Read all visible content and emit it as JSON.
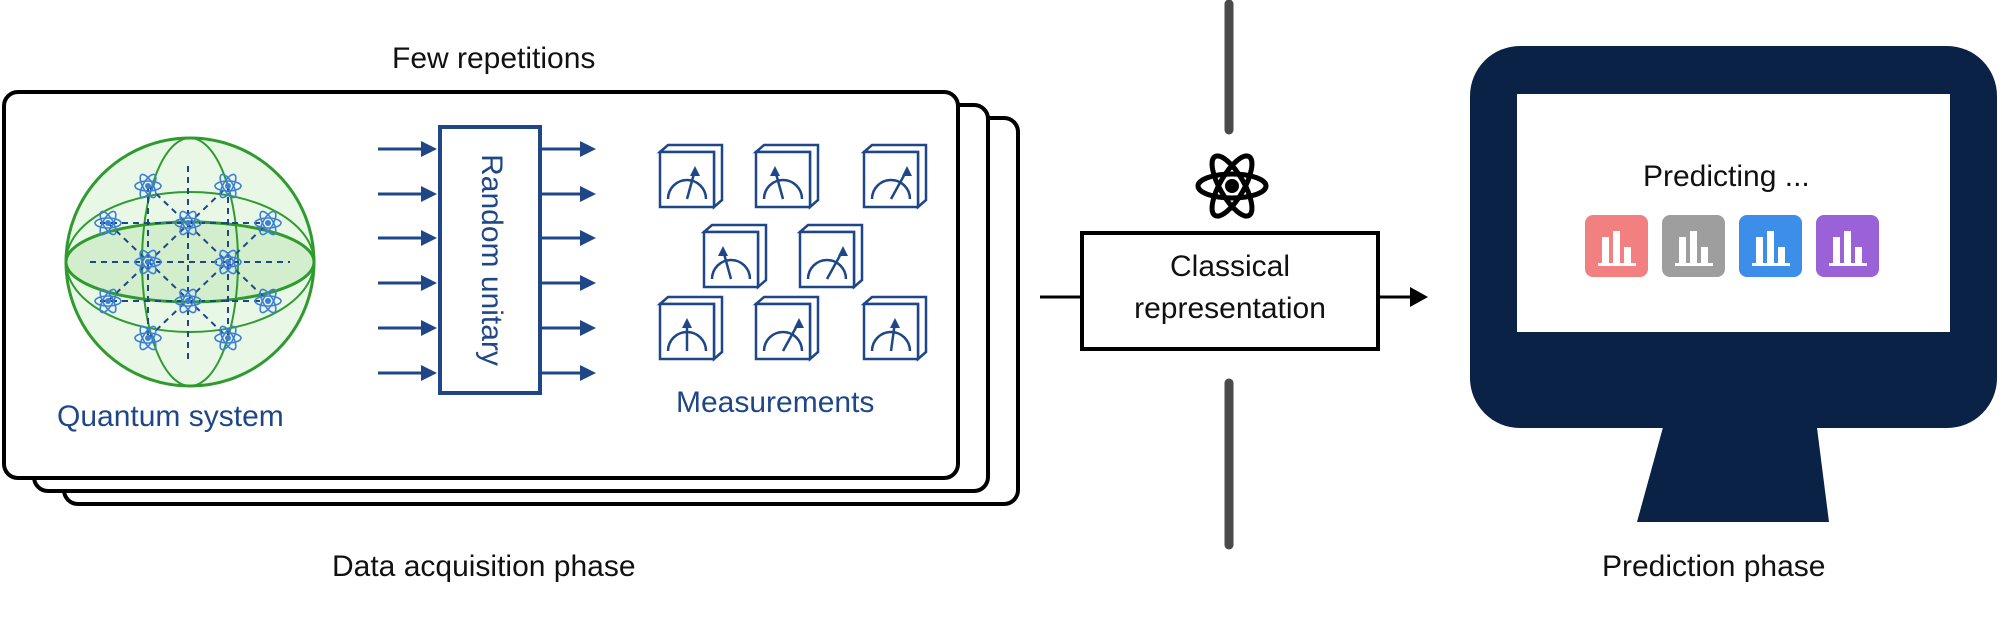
{
  "acquisition": {
    "title": "Few repetitions",
    "quantum_label": "Quantum system",
    "unitary_label": "Random unitary",
    "measurements_label": "Measurements",
    "phase_label": "Data acquisition phase"
  },
  "classical": {
    "label_line1": "Classical",
    "label_line2": "representation",
    "icon": "atom-icon"
  },
  "prediction": {
    "screen_text": "Predicting ...",
    "phase_label": "Prediction phase",
    "bars": [
      {
        "color": "#f28080",
        "icon": "bar-chart-icon"
      },
      {
        "color": "#9e9e9e",
        "icon": "bar-chart-icon"
      },
      {
        "color": "#3d8ee8",
        "icon": "bar-chart-icon"
      },
      {
        "color": "#9a62d6",
        "icon": "bar-chart-icon"
      }
    ]
  },
  "colors": {
    "dark_blue": "#1f4788",
    "green": "#2f9b2f",
    "monitor": "#0b2247",
    "divider": "#4a4a4a"
  }
}
